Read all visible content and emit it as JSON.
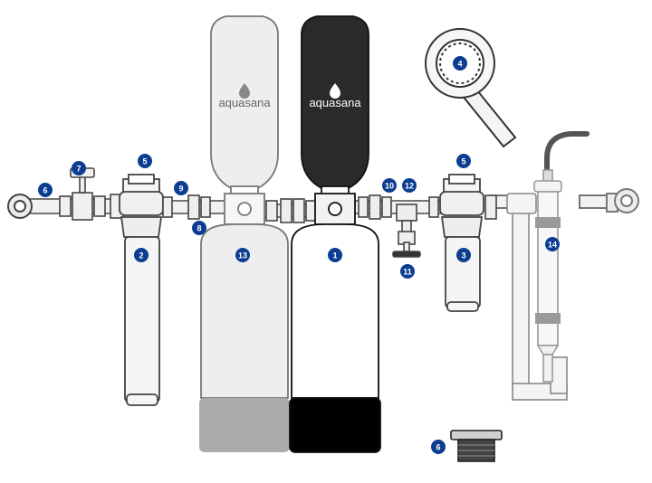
{
  "brand": {
    "name": "aquasana"
  },
  "callouts": [
    "1",
    "2",
    "3",
    "4",
    "5",
    "5",
    "6",
    "6",
    "7",
    "8",
    "9",
    "10",
    "11",
    "12",
    "13",
    "14"
  ],
  "colors": {
    "badge": "#0b3d91",
    "outline": "#555555",
    "light_fill": "#e6e6e6",
    "dark_tank": "#222222",
    "tank_base_dark": "#000000",
    "tank_base_light": "#aaaaaa"
  }
}
